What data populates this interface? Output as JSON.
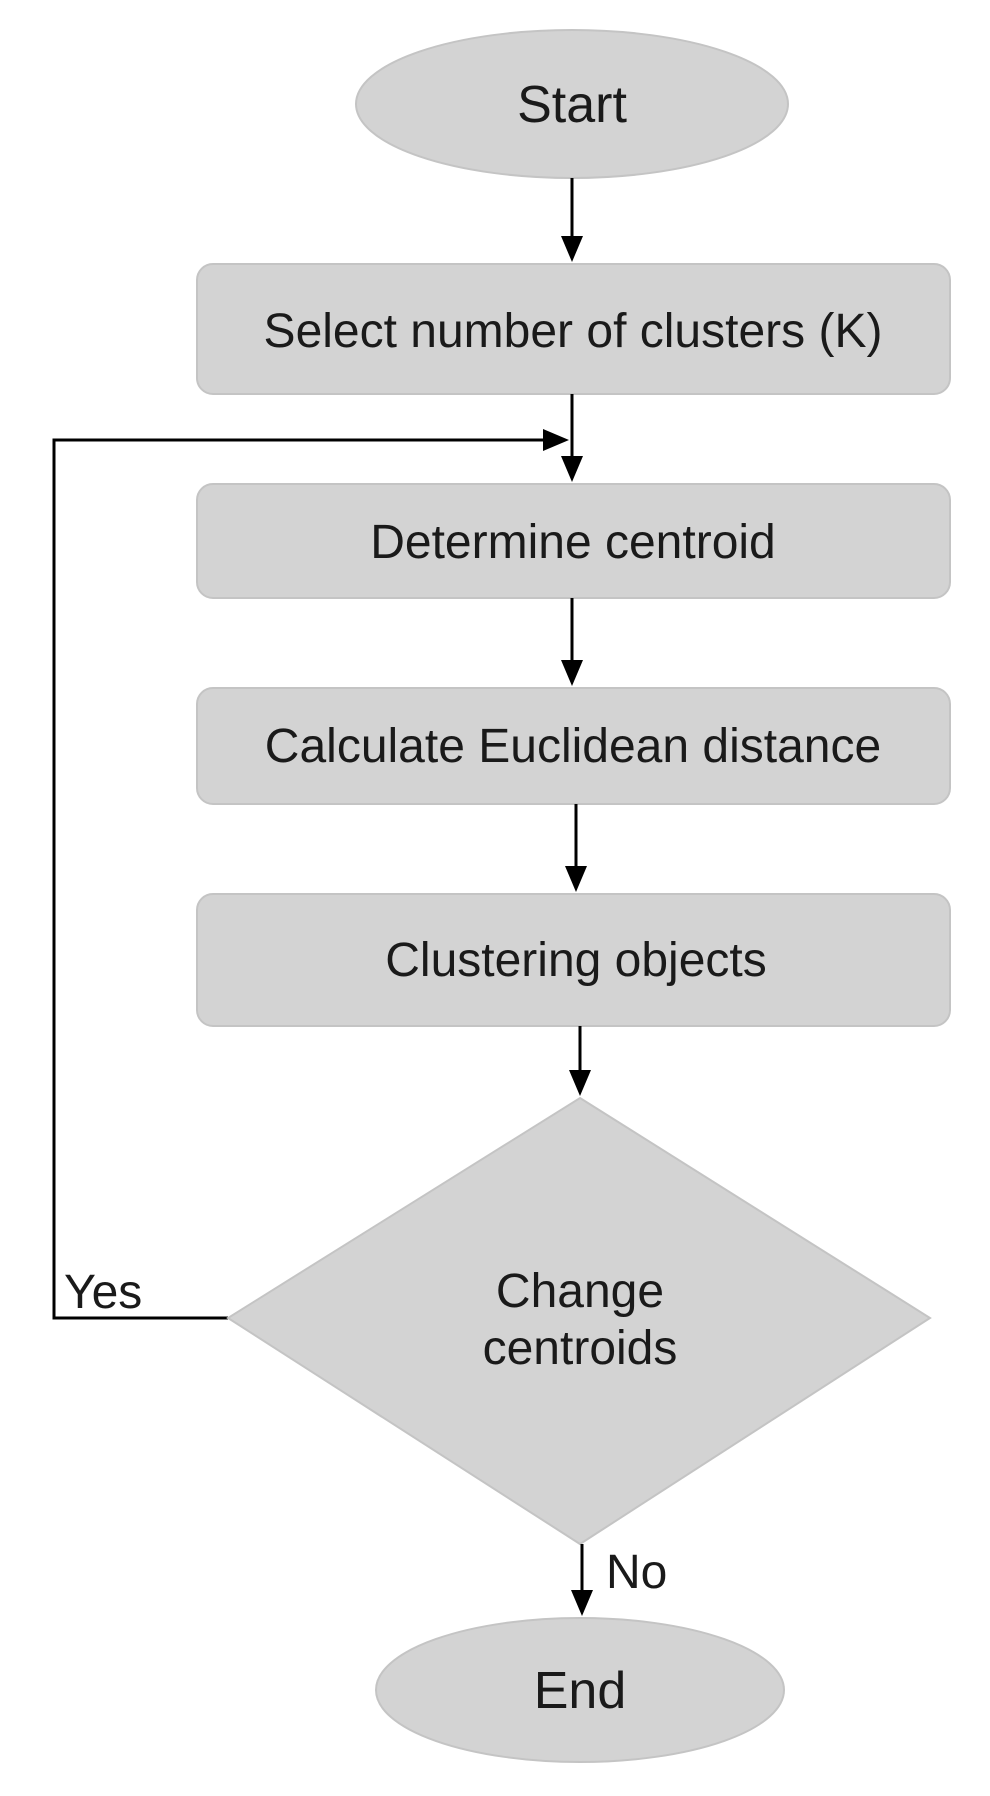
{
  "flowchart": {
    "start_label": "Start",
    "steps": [
      "Select number of clusters (K)",
      "Determine centroid",
      "Calculate Euclidean distance",
      "Clustering objects"
    ],
    "decision": {
      "line1": "Change",
      "line2": "centroids",
      "yes_label": "Yes",
      "no_label": "No"
    },
    "end_label": "End"
  },
  "colors": {
    "shape_fill": "#d3d3d3",
    "shape_stroke": "#bfbfbf",
    "arrow": "#000000",
    "text": "#1a1a1a"
  }
}
